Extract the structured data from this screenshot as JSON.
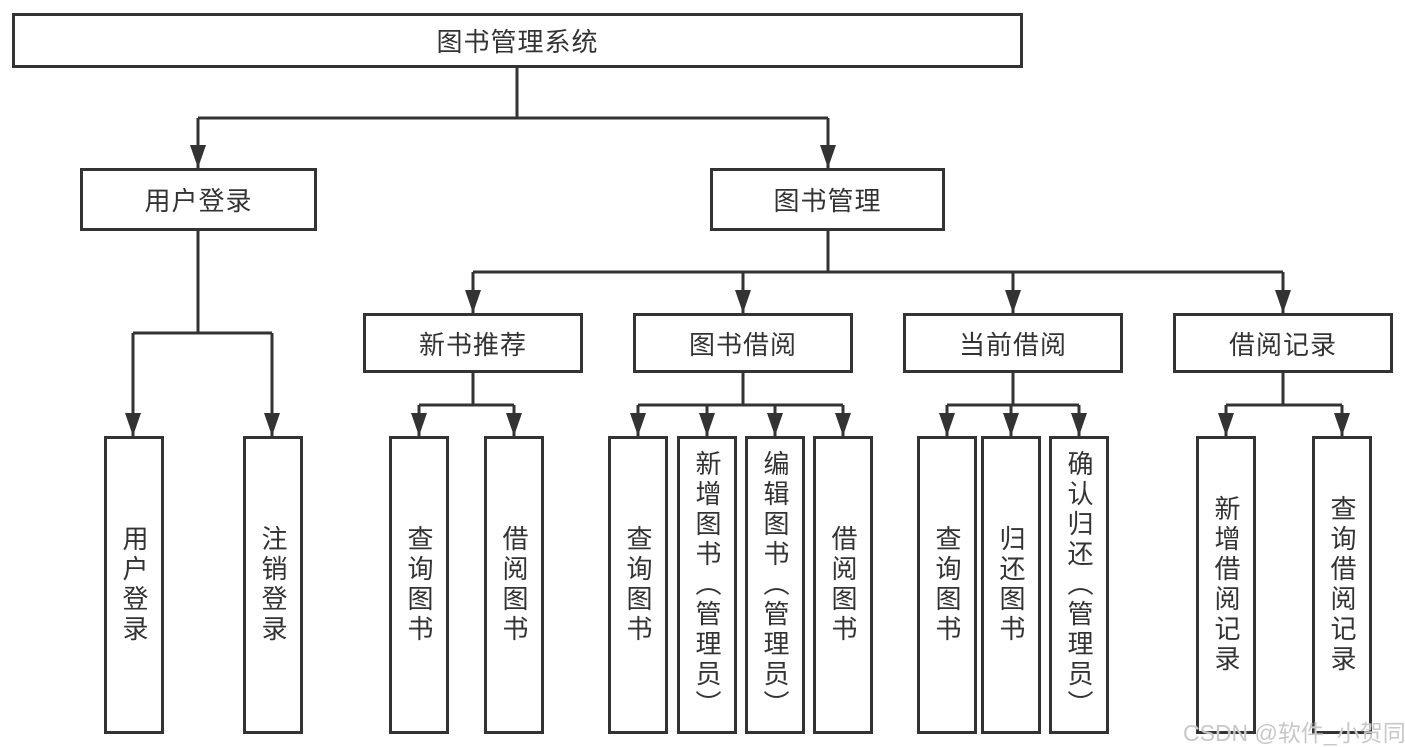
{
  "tree": {
    "root": {
      "label": "图书管理系统"
    },
    "modules": [
      {
        "label": "用户登录",
        "children": [
          {
            "label": "用户登录"
          },
          {
            "label": "注销登录"
          }
        ]
      },
      {
        "label": "图书管理",
        "sections": [
          {
            "label": "新书推荐",
            "children": [
              {
                "label": "查询图书"
              },
              {
                "label": "借阅图书"
              }
            ]
          },
          {
            "label": "图书借阅",
            "children": [
              {
                "label": "查询图书"
              },
              {
                "label": "新增图书（管理员）"
              },
              {
                "label": "编辑图书（管理员）"
              },
              {
                "label": "借阅图书"
              }
            ]
          },
          {
            "label": "当前借阅",
            "children": [
              {
                "label": "查询图书"
              },
              {
                "label": "归还图书"
              },
              {
                "label": "确认归还（管理员）"
              }
            ]
          },
          {
            "label": "借阅记录",
            "children": [
              {
                "label": "新增借阅记录"
              },
              {
                "label": "查询借阅记录"
              }
            ]
          }
        ]
      }
    ]
  },
  "watermark": {
    "text": "CSDN @软件_小贺同学"
  },
  "colors": {
    "line": "#333333",
    "text": "#333333",
    "box_background": "#ffffff",
    "page_background": "#ffffff",
    "watermark": "#c8c8c8"
  }
}
